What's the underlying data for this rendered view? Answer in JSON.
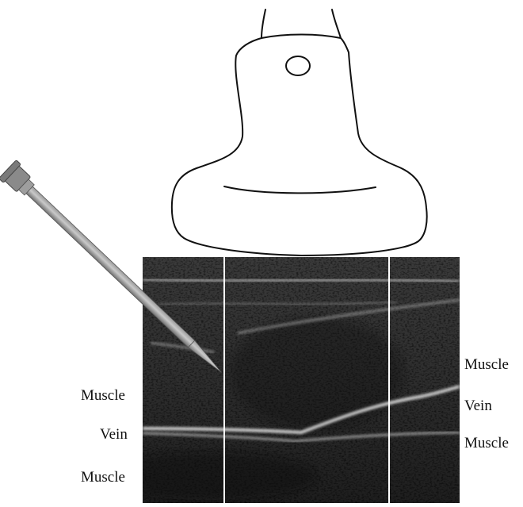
{
  "labels": {
    "left": [
      "Muscle",
      "Vein",
      "Muscle"
    ],
    "right": [
      "Muscle",
      "Vein",
      "Muscle"
    ]
  }
}
